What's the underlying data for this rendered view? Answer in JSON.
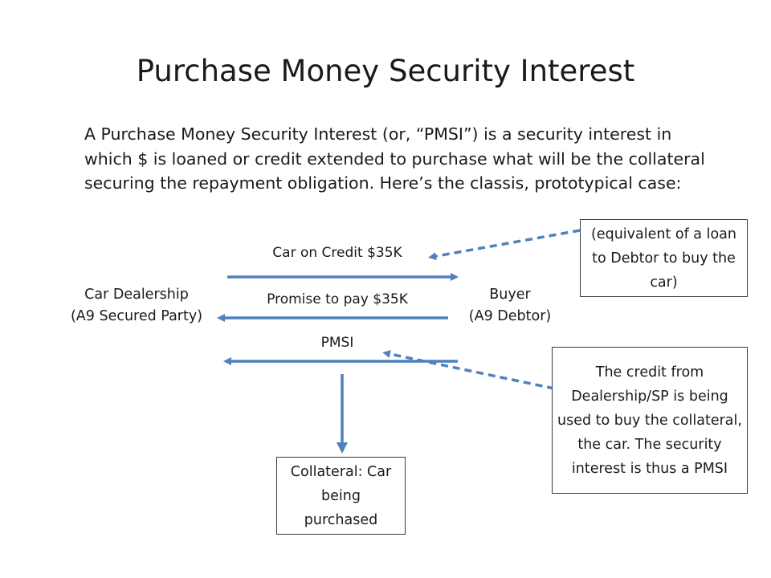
{
  "slide": {
    "title": "Purchase Money Security Interest",
    "intro": "A Purchase Money Security Interest (or, “PMSI”) is a security interest in which $ is loaned or credit extended to purchase what will be the collateral securing the repayment obligation.  Here’s the classis, prototypical case:"
  },
  "diagram": {
    "seller": {
      "name": "Car Dealership",
      "role": "(A9 Secured Party)"
    },
    "buyer": {
      "name": "Buyer",
      "role": "(A9 Debtor)"
    },
    "flows": {
      "car_label": "Car on Credit $35K",
      "promise_label": "Promise to pay $35K",
      "pmsi_label": "PMSI"
    },
    "notes": {
      "loan_equivalent": "(equivalent of a loan to Debtor to buy the car)",
      "credit_explanation": "The credit from Dealership/SP is being used to buy the collateral, the car.  The security interest is thus a PMSI",
      "collateral": "Collateral: Car being purchased"
    },
    "colors": {
      "arrow": "#4f81bd",
      "box_border": "#3a3a3a",
      "text": "#1a1a1a"
    }
  }
}
